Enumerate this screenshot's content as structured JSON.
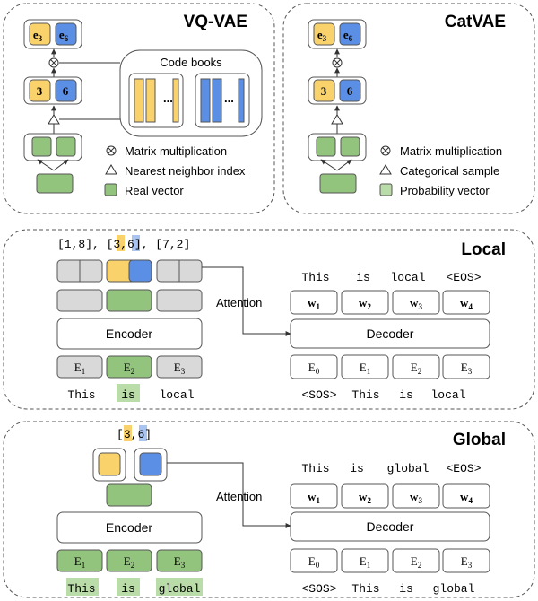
{
  "vqvae": {
    "title": "VQ-VAE",
    "codebooks_label": "Code books",
    "ellipsis": "...",
    "top_tokens": [
      {
        "base": "e",
        "sub": "3"
      },
      {
        "base": "e",
        "sub": "6"
      }
    ],
    "mid_tokens": [
      "3",
      "6"
    ],
    "legend": [
      "Matrix multiplication",
      "Nearest neighbor index",
      "Real vector"
    ]
  },
  "catvae": {
    "title": "CatVAE",
    "top_tokens": [
      {
        "base": "e",
        "sub": "3"
      },
      {
        "base": "e",
        "sub": "6"
      }
    ],
    "mid_tokens": [
      "3",
      "6"
    ],
    "legend": [
      "Matrix multiplication",
      "Categorical sample",
      "Probability vector"
    ]
  },
  "local": {
    "title": "Local",
    "codes_prefix": "[1,8], [",
    "codes_a": "3",
    "codes_sep": ",",
    "codes_b": "6",
    "codes_suffix": "], [7,2]",
    "encoder": "Encoder",
    "decoder": "Decoder",
    "attention": "Attention",
    "enc_embeddings": [
      {
        "base": "E",
        "sub": "1"
      },
      {
        "base": "E",
        "sub": "2"
      },
      {
        "base": "E",
        "sub": "3"
      }
    ],
    "input_words": [
      "This",
      "is",
      "local"
    ],
    "output_words": [
      "This",
      "is",
      "local",
      "<EOS>"
    ],
    "output_tokens": [
      {
        "base": "w",
        "sub": "1"
      },
      {
        "base": "w",
        "sub": "2"
      },
      {
        "base": "w",
        "sub": "3"
      },
      {
        "base": "w",
        "sub": "4"
      }
    ],
    "dec_embeddings": [
      {
        "base": "E",
        "sub": "0"
      },
      {
        "base": "E",
        "sub": "1"
      },
      {
        "base": "E",
        "sub": "2"
      },
      {
        "base": "E",
        "sub": "3"
      }
    ],
    "dec_inputs": [
      "<SOS>",
      "This",
      "is",
      "local"
    ]
  },
  "global": {
    "title": "Global",
    "codes_prefix": "[",
    "codes_a": "3",
    "codes_sep": ",",
    "codes_b": "6",
    "codes_suffix": "]",
    "encoder": "Encoder",
    "decoder": "Decoder",
    "attention": "Attention",
    "enc_embeddings": [
      {
        "base": "E",
        "sub": "1"
      },
      {
        "base": "E",
        "sub": "2"
      },
      {
        "base": "E",
        "sub": "3"
      }
    ],
    "input_words": [
      "This",
      "is",
      "global"
    ],
    "output_words": [
      "This",
      "is",
      "global",
      "<EOS>"
    ],
    "output_tokens": [
      {
        "base": "w",
        "sub": "1"
      },
      {
        "base": "w",
        "sub": "2"
      },
      {
        "base": "w",
        "sub": "3"
      },
      {
        "base": "w",
        "sub": "4"
      }
    ],
    "dec_embeddings": [
      {
        "base": "E",
        "sub": "0"
      },
      {
        "base": "E",
        "sub": "1"
      },
      {
        "base": "E",
        "sub": "2"
      },
      {
        "base": "E",
        "sub": "3"
      }
    ],
    "dec_inputs": [
      "<SOS>",
      "This",
      "is",
      "global"
    ]
  },
  "colors": {
    "yellow": "#f9d26b",
    "blue": "#5b8fe6",
    "green": "#93c47d",
    "light_green": "#b9dca8",
    "gray": "#d9d9d9",
    "light_gray": "#f0f0f0",
    "dark_green": "#6aa84f"
  }
}
